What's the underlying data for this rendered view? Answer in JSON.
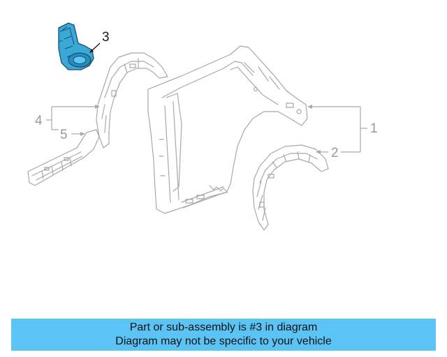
{
  "callouts": [
    {
      "number": "1",
      "highlighted": false
    },
    {
      "number": "2",
      "highlighted": false
    },
    {
      "number": "3",
      "highlighted": true
    },
    {
      "number": "4",
      "highlighted": false
    },
    {
      "number": "5",
      "highlighted": false
    }
  ],
  "highlight_color": "#5bc4f5",
  "part_color": "#3aa9d8",
  "banner": {
    "line1": "Part or sub-assembly is #3 in diagram",
    "line2": "Diagram may not be specific to your vehicle",
    "background": "#5bc4f5"
  }
}
